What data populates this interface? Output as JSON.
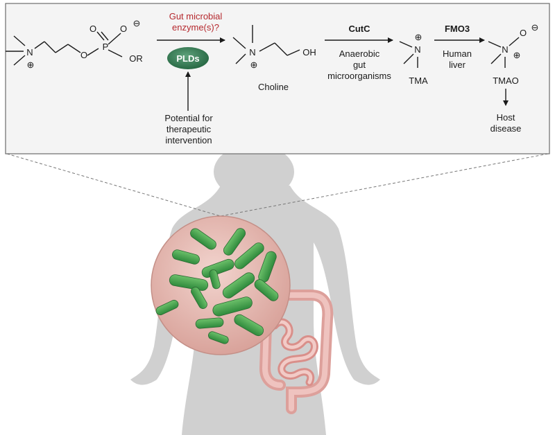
{
  "panel": {
    "enzyme_question_line1": "Gut microbial",
    "enzyme_question_line2": "enzyme(s)?",
    "pld_label": "PLDs",
    "therapy_line1": "Potential for",
    "therapy_line2": "therapeutic",
    "therapy_line3": "intervention",
    "cutc_label": "CutC",
    "anaerobic_line1": "Anaerobic",
    "anaerobic_line2": "gut",
    "anaerobic_line3": "microorganisms",
    "fmo3_label": "FMO3",
    "human_line1": "Human",
    "human_line2": "liver",
    "host_line1": "Host",
    "host_line2": "disease"
  },
  "molecules": {
    "phospho": {
      "n": "N",
      "plus": "⊕",
      "o1": "O",
      "p": "P",
      "o2": "O",
      "o3": "O",
      "minus": "⊖",
      "or": "OR"
    },
    "choline": {
      "n": "N",
      "plus": "⊕",
      "oh": "OH",
      "name": "Choline"
    },
    "tma": {
      "n": "N",
      "plus": "⊕",
      "name": "TMA"
    },
    "tmao": {
      "n": "N",
      "plus": "⊕",
      "o": "O",
      "minus": "⊖",
      "name": "TMAO"
    }
  },
  "colors": {
    "panel_bg": "#f4f4f4",
    "panel_border": "#6b6b6b",
    "question_text": "#b5282d",
    "pld_fill": "#2f7a52",
    "body_silhouette": "#d0d0d0",
    "lens_fill": "#e9c3bc",
    "bacteria_fill": "#3f9b4c",
    "intestine_fill": "#e6a8a3"
  }
}
